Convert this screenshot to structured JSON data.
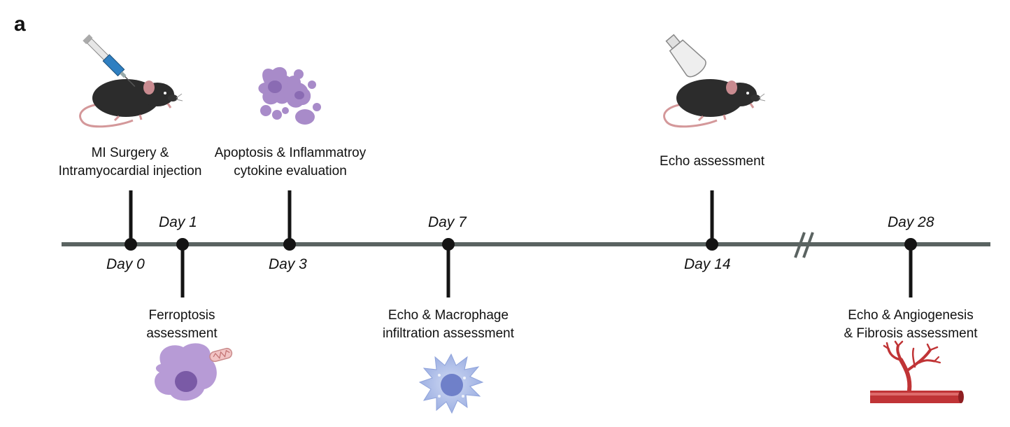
{
  "panel_label": "a",
  "colors": {
    "timeline": "#5a6361",
    "stem": "#141414",
    "mouse": "#2c2c2c",
    "cell_purple": "#a88bc9",
    "macrophage": "#b3c2ea",
    "vessel": "#c03436"
  },
  "events": [
    {
      "day": "Day 0",
      "label": "MI Surgery &\nIntramyocardial injection",
      "icon": "mouse-injection-icon"
    },
    {
      "day": "Day 1",
      "label": "Ferroptosis\nassessment",
      "icon": "ferroptotic-cell-icon"
    },
    {
      "day": "Day 3",
      "label": "Apoptosis & Inflammatroy\ncytokine evaluation",
      "icon": "apoptotic-cells-icon"
    },
    {
      "day": "Day 7",
      "label": "Echo & Macrophage\ninfiltration assessment",
      "icon": "macrophage-icon"
    },
    {
      "day": "Day 14",
      "label": "Echo assessment",
      "icon": "mouse-ultrasound-icon"
    },
    {
      "day": "Day 28",
      "label": "Echo & Angiogenesis\n& Fibrosis assessment",
      "icon": "blood-vessel-icon"
    }
  ]
}
